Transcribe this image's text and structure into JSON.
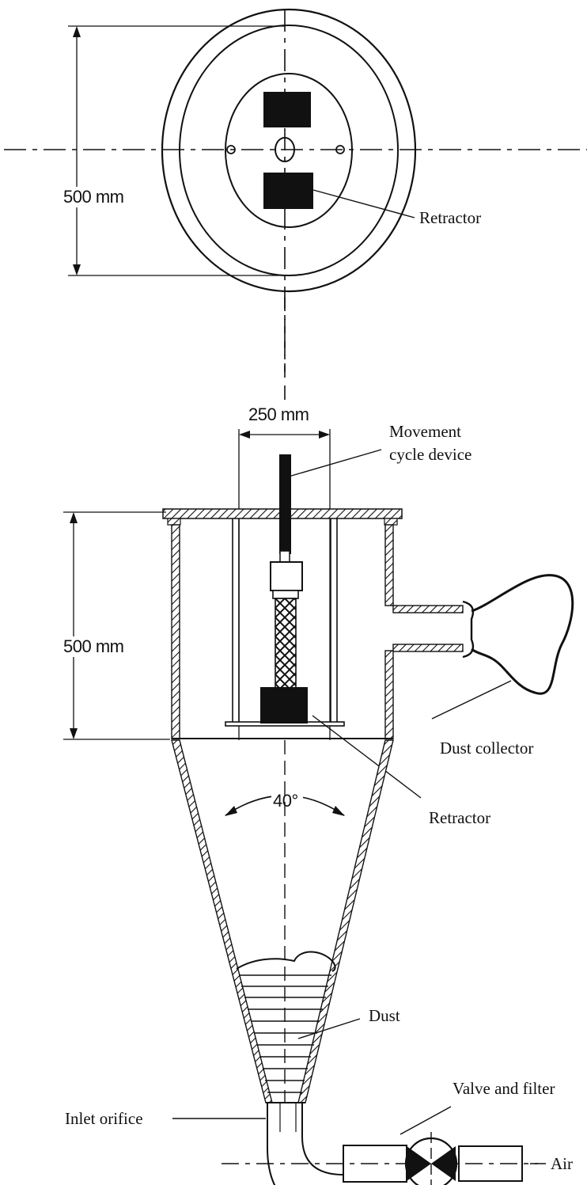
{
  "labels": {
    "top_diameter": "500 mm",
    "retractor_top": "Retractor",
    "width_250": "250 mm",
    "movement_device": [
      "Movement",
      "cycle device"
    ],
    "height_500": "500 mm",
    "dust_collector": "Dust collector",
    "retractor_bottom": "Retractor",
    "angle": "40°",
    "dust": "Dust",
    "inlet_orifice": "Inlet orifice",
    "valve_filter": "Valve and filter",
    "air": "Air"
  },
  "colors": {
    "ink": "#111111",
    "background": "#ffffff"
  }
}
